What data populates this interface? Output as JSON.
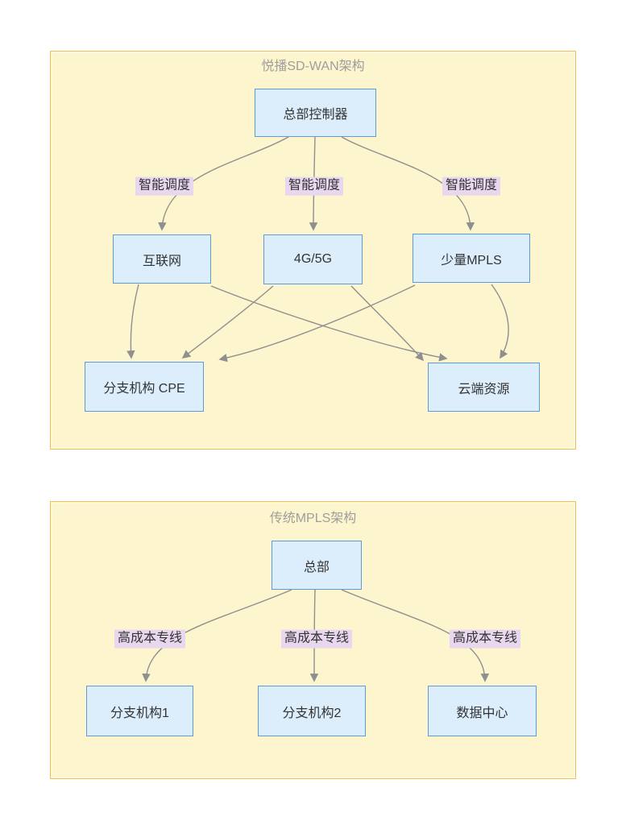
{
  "page": {
    "background": "#FFFFFF"
  },
  "diagram": {
    "type": "flowchart",
    "clusters": [
      {
        "title": "悦播SD-WAN架构",
        "nodes": [
          {
            "id": "controller",
            "label": "总部控制器"
          },
          {
            "id": "internet",
            "label": "互联网"
          },
          {
            "id": "g4g5",
            "label": "4G/5G"
          },
          {
            "id": "mpls_few",
            "label": "少量MPLS"
          },
          {
            "id": "branch_cpe",
            "label": "分支机构 CPE"
          },
          {
            "id": "cloud",
            "label": "云端资源"
          }
        ],
        "edges": [
          {
            "from": "controller",
            "to": "internet",
            "label": "智能调度"
          },
          {
            "from": "controller",
            "to": "g4g5",
            "label": "智能调度"
          },
          {
            "from": "controller",
            "to": "mpls_few",
            "label": "智能调度"
          },
          {
            "from": "internet",
            "to": "branch_cpe",
            "label": ""
          },
          {
            "from": "internet",
            "to": "cloud",
            "label": ""
          },
          {
            "from": "g4g5",
            "to": "branch_cpe",
            "label": ""
          },
          {
            "from": "g4g5",
            "to": "cloud",
            "label": ""
          },
          {
            "from": "mpls_few",
            "to": "branch_cpe",
            "label": ""
          },
          {
            "from": "mpls_few",
            "to": "cloud",
            "label": ""
          }
        ]
      },
      {
        "title": "传统MPLS架构",
        "nodes": [
          {
            "id": "hq",
            "label": "总部"
          },
          {
            "id": "branch1",
            "label": "分支机构1"
          },
          {
            "id": "branch2",
            "label": "分支机构2"
          },
          {
            "id": "datacenter",
            "label": "数据中心"
          }
        ],
        "edges": [
          {
            "from": "hq",
            "to": "branch1",
            "label": "高成本专线"
          },
          {
            "from": "hq",
            "to": "branch2",
            "label": "高成本专线"
          },
          {
            "from": "hq",
            "to": "datacenter",
            "label": "高成本专线"
          }
        ]
      }
    ],
    "colors": {
      "cluster_fill": "#FDF5CD",
      "cluster_border": "#F2BE58",
      "cluster_title_text": "#9E9E9E",
      "node_fill": "#DCEDFC",
      "node_border": "#5E9CD9",
      "node_text": "#333333",
      "edge_line": "#8F8F8F",
      "edge_label_bg": "#E9D7F0",
      "edge_label_text": "#333333"
    }
  }
}
